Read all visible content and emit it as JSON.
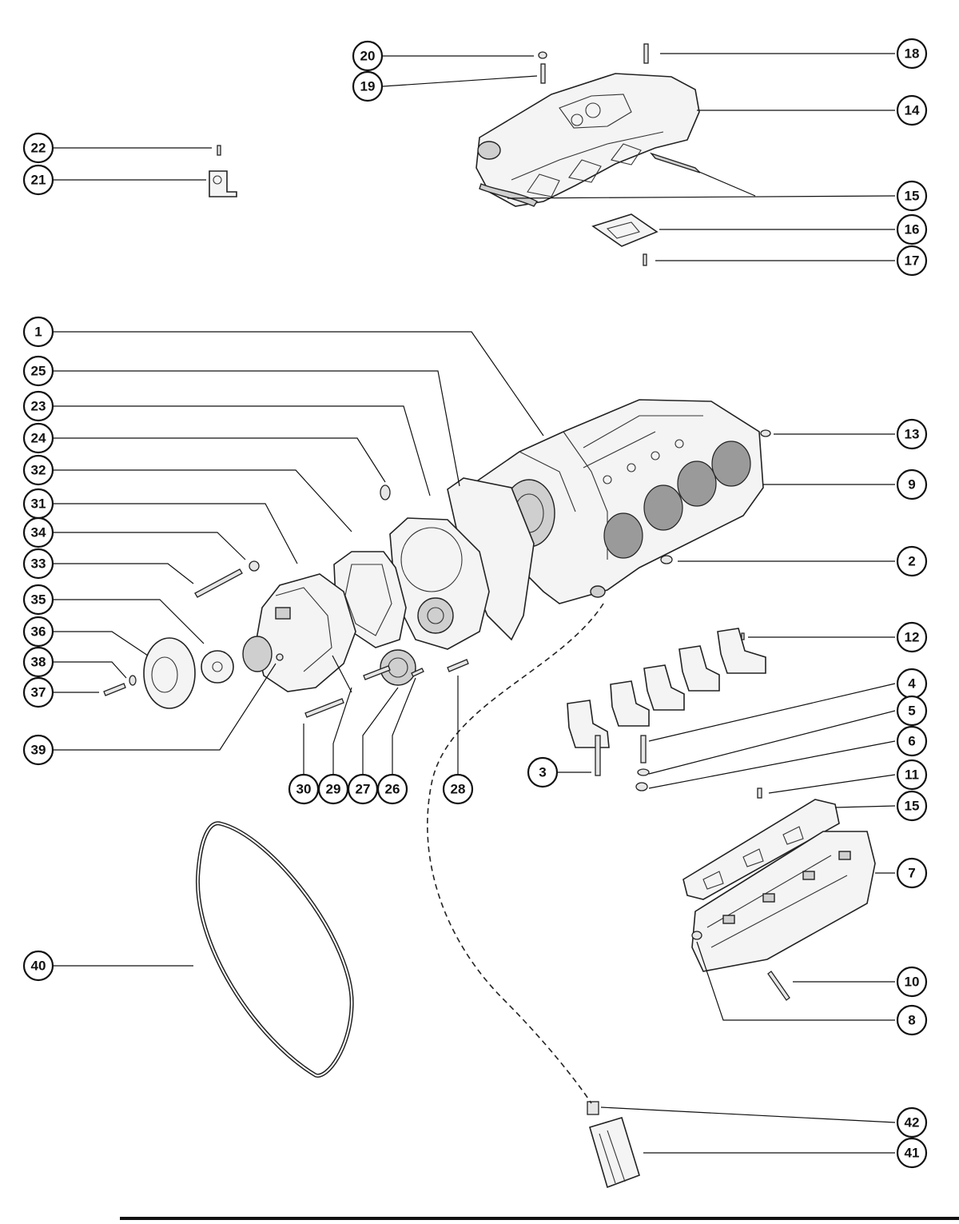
{
  "callouts": [
    {
      "label": "1"
    },
    {
      "label": "2"
    },
    {
      "label": "3"
    },
    {
      "label": "4"
    },
    {
      "label": "5"
    },
    {
      "label": "6"
    },
    {
      "label": "7"
    },
    {
      "label": "8"
    },
    {
      "label": "9"
    },
    {
      "label": "10"
    },
    {
      "label": "11"
    },
    {
      "label": "12"
    },
    {
      "label": "13"
    },
    {
      "label": "14"
    },
    {
      "label": "15"
    },
    {
      "label": "15"
    },
    {
      "label": "16"
    },
    {
      "label": "17"
    },
    {
      "label": "18"
    },
    {
      "label": "19"
    },
    {
      "label": "20"
    },
    {
      "label": "21"
    },
    {
      "label": "22"
    },
    {
      "label": "23"
    },
    {
      "label": "24"
    },
    {
      "label": "25"
    },
    {
      "label": "26"
    },
    {
      "label": "27"
    },
    {
      "label": "28"
    },
    {
      "label": "28"
    },
    {
      "label": "29"
    },
    {
      "label": "30"
    },
    {
      "label": "31"
    },
    {
      "label": "32"
    },
    {
      "label": "33"
    },
    {
      "label": "34"
    },
    {
      "label": "35"
    },
    {
      "label": "36"
    },
    {
      "label": "37"
    },
    {
      "label": "38"
    },
    {
      "label": "39"
    },
    {
      "label": "40"
    },
    {
      "label": "41"
    },
    {
      "label": "42"
    }
  ]
}
